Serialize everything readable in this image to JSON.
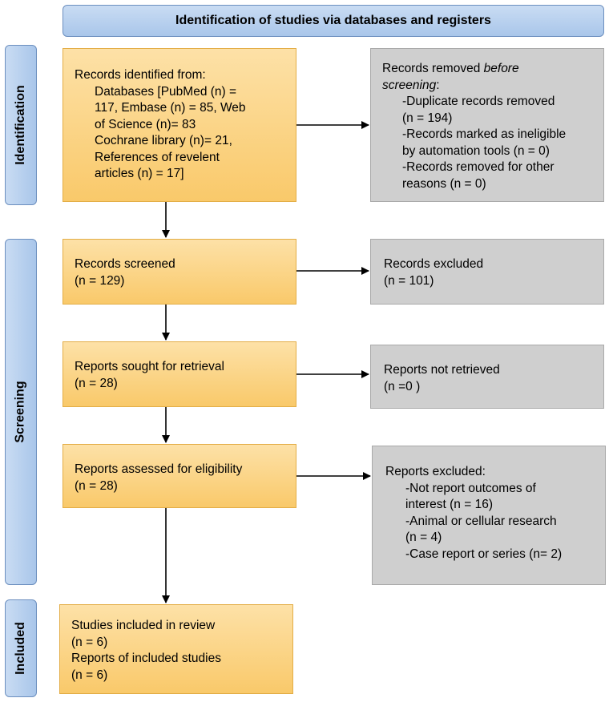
{
  "header": {
    "title": "Identification of studies via databases and registers"
  },
  "phases": {
    "identification": "Identification",
    "screening": "Screening",
    "included": "Included"
  },
  "boxes": {
    "records_identified": {
      "lines": [
        "Records identified from:",
        "Databases [PubMed (n) =",
        "117, Embase (n) = 85, Web",
        "of Science (n)= 83",
        "Cochrane library (n)= 21,",
        "References of revelent",
        "articles (n) = 17]"
      ]
    },
    "records_removed": {
      "title_prefix": "Records removed ",
      "title_italic": "before",
      "title_italic_2": "screening",
      "title_suffix": ":",
      "lines": [
        "-Duplicate records removed",
        "(n = 194)",
        "-Records marked as ineligible",
        "by automation tools (n = 0)",
        "-Records removed for other",
        "reasons (n = 0)"
      ]
    },
    "records_screened": {
      "lines": [
        "Records screened",
        "(n = 129)"
      ]
    },
    "records_excluded": {
      "lines": [
        "Records excluded",
        "(n = 101)"
      ]
    },
    "reports_sought": {
      "lines": [
        "Reports sought for retrieval",
        "(n = 28)"
      ]
    },
    "reports_not_retrieved": {
      "lines": [
        "Reports not retrieved",
        "(n =0 )"
      ]
    },
    "reports_assessed": {
      "lines": [
        "Reports assessed for eligibility",
        "(n = 28)"
      ]
    },
    "reports_excluded": {
      "lines": [
        "Reports excluded:",
        "-Not report outcomes of",
        "interest (n = 16)",
        "-Animal or cellular research",
        "(n = 4)",
        "-Case report or series (n= 2)"
      ]
    },
    "studies_included": {
      "lines": [
        "Studies included in review",
        "(n = 6)",
        "Reports of included studies",
        "(n = 6)"
      ]
    }
  },
  "colors": {
    "header_fill": "#a9c6ea",
    "box_orange": "#f9c96a",
    "box_gray": "#cfcfcf",
    "arrow": "#000000"
  }
}
